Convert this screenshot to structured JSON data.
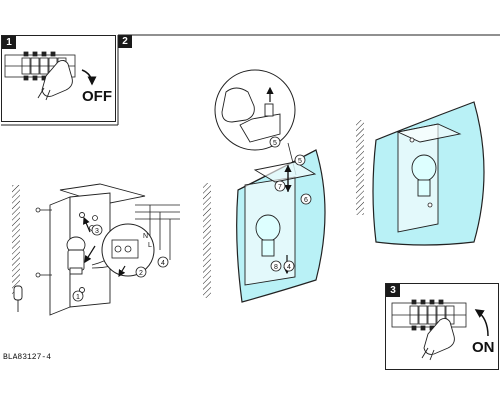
{
  "steps": {
    "step1": {
      "number": "1",
      "label": "OFF"
    },
    "step2": {
      "number": "2"
    },
    "step3": {
      "number": "3",
      "label": "ON"
    }
  },
  "terminal_labels": {
    "neutral": "N",
    "live": "L",
    "earth": "⊕"
  },
  "callouts": [
    "1",
    "2",
    "3",
    "4",
    "5",
    "6",
    "7",
    "8"
  ],
  "document_code": "BLA83127-4",
  "colors": {
    "line": "#222222",
    "glass_tint": "#7fe6ee",
    "badge_bg": "#1a1a1a"
  },
  "icons": {
    "switch": "circuit-breaker-icon",
    "hand": "hand-icon",
    "bulb": "light-bulb-icon",
    "screwdriver": "screwdriver-icon",
    "wall": "wall-hatching-icon"
  }
}
